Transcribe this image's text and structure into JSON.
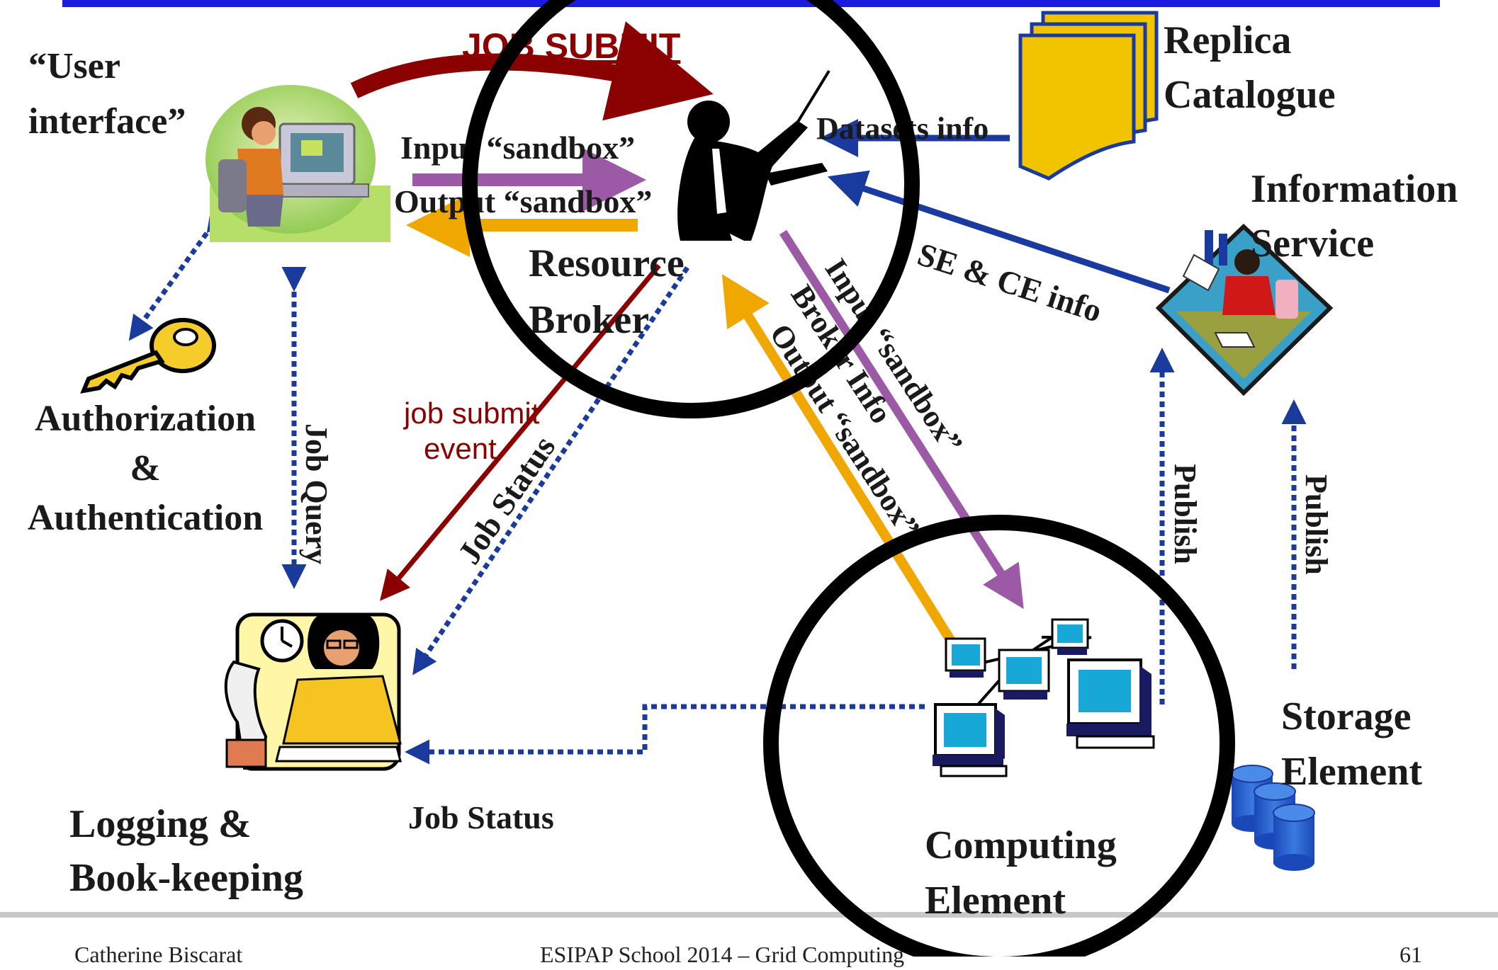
{
  "labels": {
    "job_submit": "JOB SUBMIT",
    "user_interface_1": "“User",
    "user_interface_2": "interface”",
    "replica_1": "Replica",
    "replica_2": "Catalogue",
    "datasets_info": "Datasets info",
    "input_sandbox": "Input “sandbox”",
    "output_sandbox": "Output “sandbox”",
    "resource": "Resource",
    "broker": "Broker",
    "info_service_1": "Information",
    "info_service_2": "Service",
    "se_ce_info": "SE & CE info",
    "auth_1": "Authorization",
    "auth_2": "&",
    "auth_3": "Authentication",
    "job_query": "Job Query",
    "job_submit_event_1": "job submit",
    "job_submit_event_2": "event",
    "job_status_diag": "Job Status",
    "ce_input_sandbox": "Input “sandbox”",
    "ce_broker_info": "Broker Info",
    "ce_output_sandbox": "Output “sandbox”",
    "publish_ce": "Publish",
    "publish_se": "Publish",
    "storage_1": "Storage",
    "storage_2": "Element",
    "logging_1": "Logging &",
    "logging_2": "Book-keeping",
    "job_status_bottom": "Job Status",
    "computing_1": "Computing",
    "computing_2": "Element"
  },
  "footer": {
    "author": "Catherine Biscarat",
    "event": "ESIPAP School 2014 – Grid Computing",
    "page": "61"
  },
  "colors": {
    "header_bar": "#1a1ae0",
    "dark_red_arrow": "#8b0000",
    "purple_arrow": "#9b59a6",
    "orange_arrow": "#f0a800",
    "blue_arrow": "#1a3aa0",
    "dotted_blue": "#1a3a9c",
    "highlight_circle": "#000000"
  }
}
